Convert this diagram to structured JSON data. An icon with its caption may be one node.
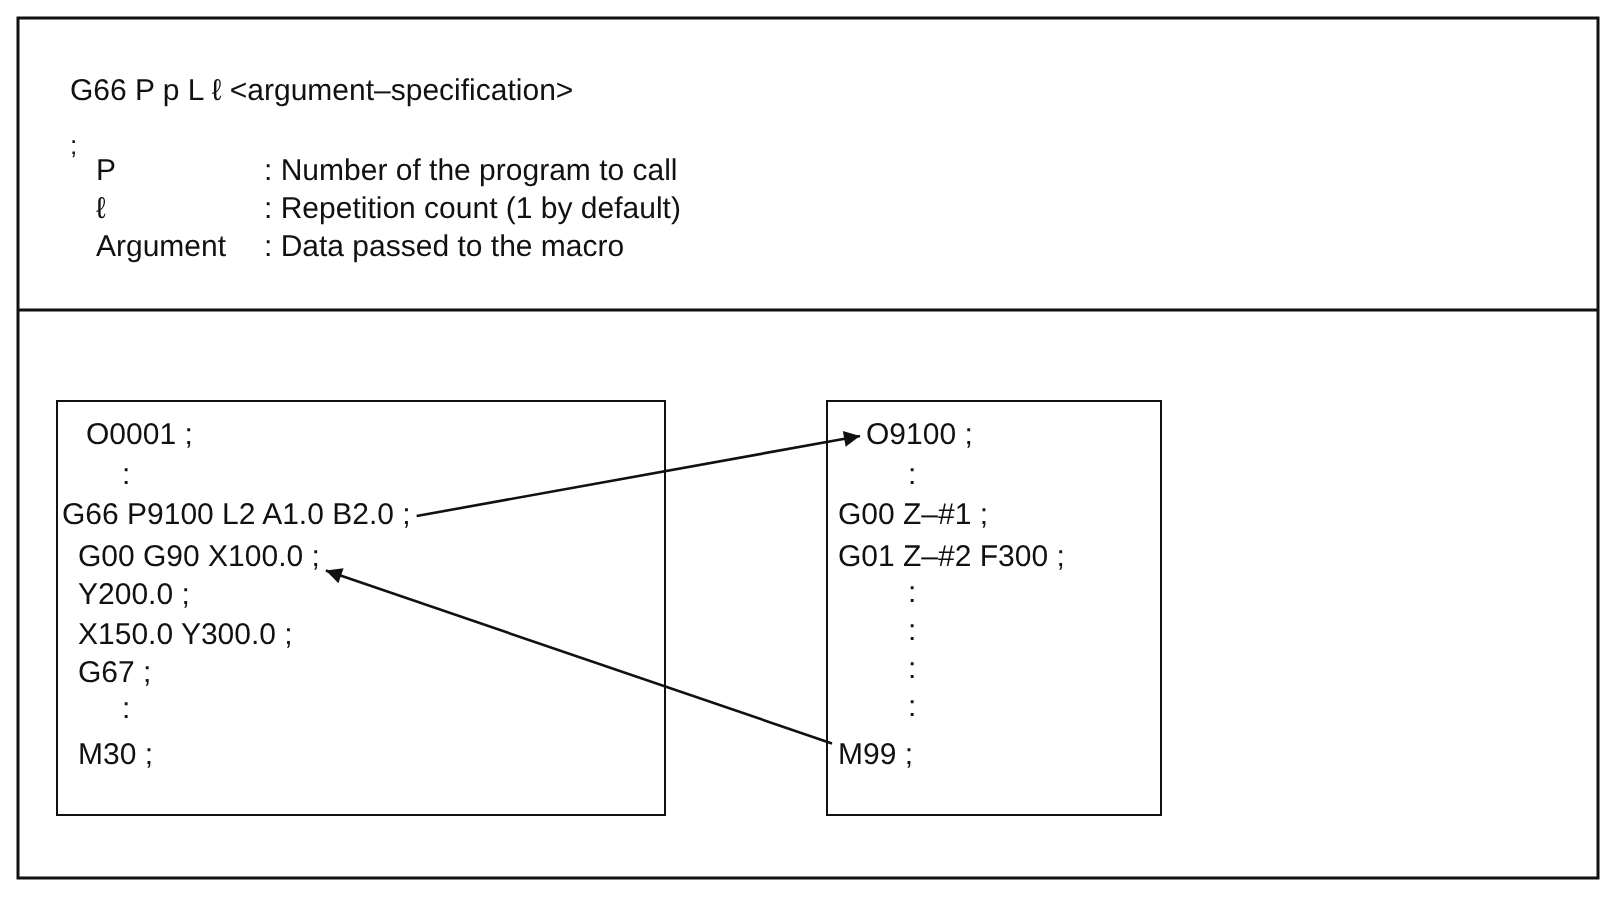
{
  "diagram": {
    "nodes": [
      {
        "text": [],
        "shape": "box"
      },
      {
        "text": [
          "O0001 ;"
        ],
        "in": 0
      },
      {
        "text": [
          ":"
        ],
        "in": 0
      },
      {
        "text": [
          "G66 P9100 L2 A1.0 B2.0 ;"
        ],
        "in": 0
      },
      {
        "text": [
          "G00 G90 X100.0 ;"
        ],
        "in": 0
      },
      {
        "text": [
          "Y200.0 ;"
        ],
        "in": 0
      },
      {
        "text": [
          "X150.0 Y300.0 ;"
        ],
        "in": 0
      },
      {
        "text": [
          "G67 ;"
        ],
        "in": 0
      },
      {
        "text": [
          ":"
        ],
        "in": 0
      },
      {
        "text": [
          "M30 ;"
        ],
        "in": 0
      },
      {
        "text": [],
        "shape": "box"
      },
      {
        "text": [
          "O9100 ;"
        ],
        "in": 10
      },
      {
        "text": [
          ":"
        ],
        "in": 10
      },
      {
        "text": [
          "G00 Z–#1 ;"
        ],
        "in": 10
      },
      {
        "text": [
          "G01 Z–#2 F300 ;"
        ],
        "in": 10
      },
      {
        "text": [
          ":"
        ],
        "in": 10
      },
      {
        "text": [
          ":"
        ],
        "in": 10
      },
      {
        "text": [
          ":"
        ],
        "in": 10
      },
      {
        "text": [
          ":"
        ],
        "in": 10
      },
      {
        "text": [
          "M99 ;"
        ],
        "in": 10
      }
    ],
    "edges": [
      {
        "from": 3,
        "to": 11,
        "arrow": "to"
      },
      {
        "from": 19,
        "to": 4,
        "arrow": "to"
      }
    ],
    "labels": [
      "G66 P p L ℓ <argument–specification>",
      ";",
      "P",
      ": Number of the program to call",
      "ℓ",
      ": Repetition count (1 by default)",
      "Argument",
      ": Data passed to the macro"
    ]
  }
}
